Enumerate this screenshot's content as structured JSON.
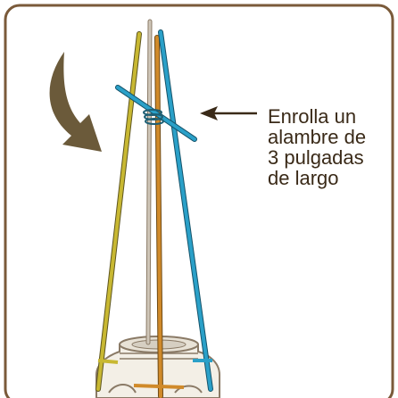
{
  "callout": {
    "lines": [
      "Enrolla un",
      "alambre de",
      "3 pulgadas",
      "de largo"
    ]
  },
  "colors": {
    "frame": "#7a5a3a",
    "wire_yellow": "#c8b832",
    "wire_blue": "#2aa0c8",
    "wire_orange": "#d08a2a",
    "wire_gray": "#cfc6b8",
    "wire_binding": "#1e5f74",
    "arrow_curved": "#6b5a3a",
    "arrow_pointer": "#3a2a18",
    "jar_glass": "#f3efe6",
    "jar_outline": "#8a7a66"
  },
  "icons": {
    "curved_arrow": "curved-arrow-icon",
    "pointer_arrow": "left-arrow-icon",
    "jar": "mason-jar-icon"
  }
}
